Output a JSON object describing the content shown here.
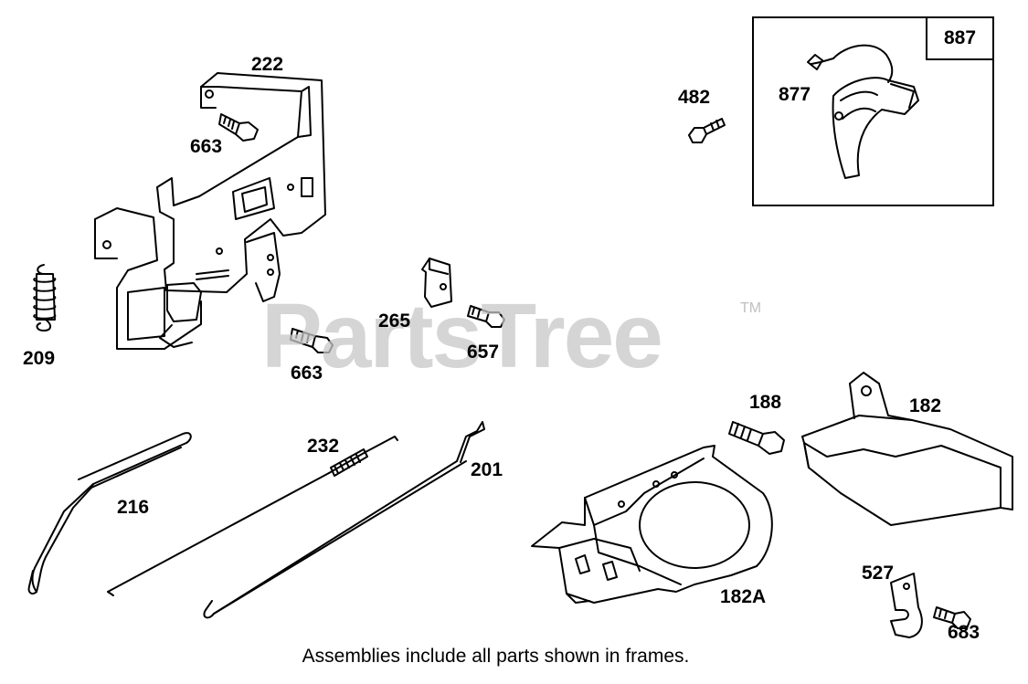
{
  "watermark": "PartsTree",
  "trademark": "TM",
  "caption": "Assemblies include all parts shown in frames.",
  "frame_label": "887",
  "part_labels": {
    "p222": "222",
    "p663a": "663",
    "p209": "209",
    "p663b": "663",
    "p265": "265",
    "p657": "657",
    "p482": "482",
    "p877": "877",
    "p188": "188",
    "p182": "182",
    "p232": "232",
    "p201": "201",
    "p216": "216",
    "p182A": "182A",
    "p527": "527",
    "p683": "683"
  }
}
